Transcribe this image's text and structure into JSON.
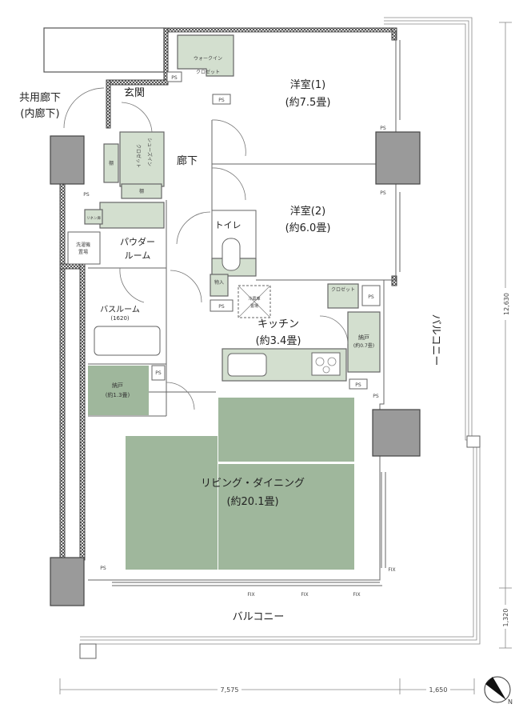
{
  "rooms": {
    "common_corridor": "共用廊下",
    "common_corridor_sub": "(内廊下)",
    "entrance": "玄関",
    "hallway": "廊下",
    "western1": "洋室(1)",
    "western1_size": "(約7.5畳)",
    "western2": "洋室(2)",
    "western2_size": "(約6.0畳)",
    "toilet": "トイレ",
    "powder1": "パウダー",
    "powder2": "ルーム",
    "bath": "バスルーム",
    "bath_size": "(1620)",
    "kitchen": "キッチン",
    "kitchen_size": "(約3.4畳)",
    "storage_small": "納戸",
    "storage_small_size": "(約0.7畳)",
    "storage_large": "納戸",
    "storage_large_size": "(約1.3畳)",
    "living": "リビング・ダイニング",
    "living_size": "(約20.1畳)",
    "balcony_side": "バルコニー",
    "balcony_bottom": "バルコニー"
  },
  "fixtures": {
    "walkin1": "ウォークイン",
    "walkin2": "クロゼット",
    "shoes1": "シューズイン",
    "shoes2": "クロゼット",
    "shelf": "棚",
    "linen": "リネン庫",
    "washer1": "洗濯機",
    "washer2": "置場",
    "closet_storage": "物入",
    "fridge1": "冷蔵庫",
    "fridge2": "置場",
    "closet": "クロゼット",
    "ps": "PS",
    "fix": "FIX"
  },
  "dimensions": {
    "width_main": "7,575",
    "width_balcony": "1,650",
    "depth_main": "12,630",
    "depth_balcony": "1,320"
  },
  "compass": {
    "label": "N"
  },
  "colors": {
    "room_fill": "#9fb79c",
    "storage_fill": "#d3dfcf",
    "column": "#9a9a9a"
  }
}
